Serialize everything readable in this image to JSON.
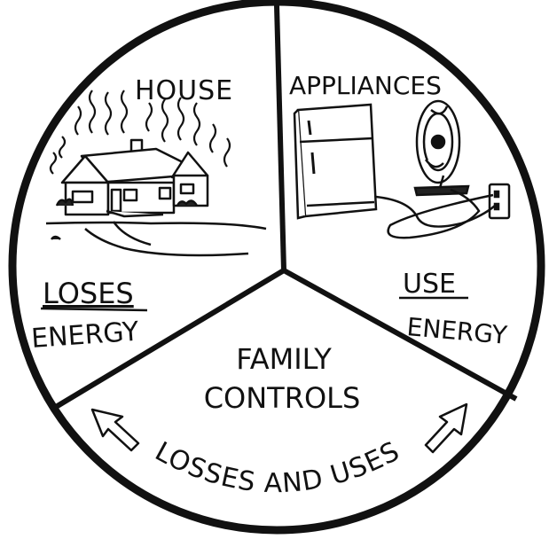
{
  "segments": {
    "house": {
      "title": "HOUSE",
      "verb": "LOSES",
      "object": "ENERGY"
    },
    "appliances": {
      "title": "APPLIANCES",
      "verb": "USE",
      "object": "ENERGY"
    },
    "family": {
      "line1": "FAMILY",
      "line2": "CONTROLS",
      "arc": "LOSSES AND USES"
    }
  },
  "colors": {
    "ink": "#111111",
    "paper": "#ffffff"
  }
}
